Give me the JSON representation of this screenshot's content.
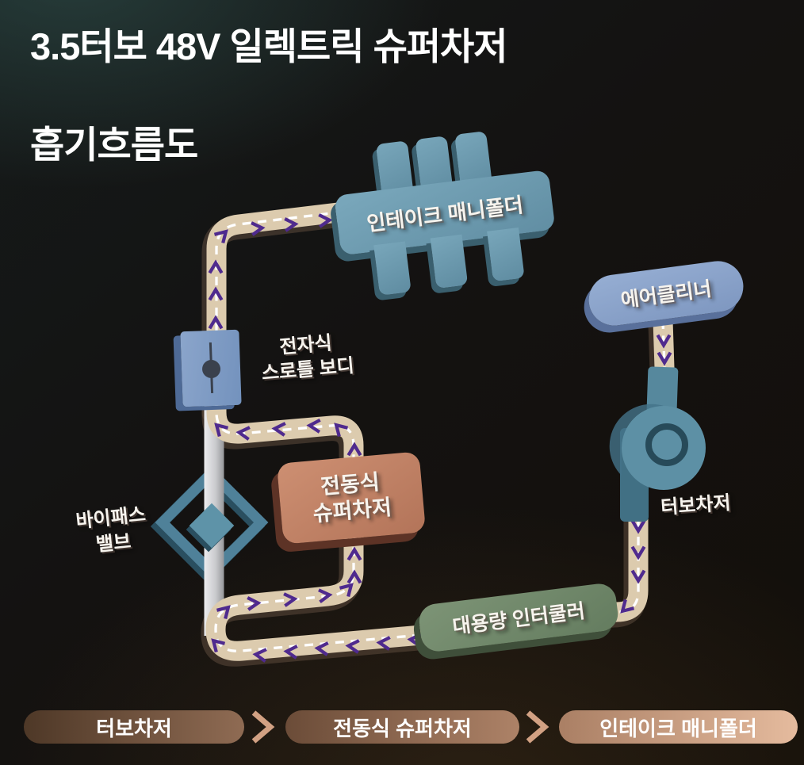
{
  "title": {
    "line1": "3.5터보 48V 일렉트릭 슈퍼차저",
    "line2": "흡기흐름도"
  },
  "components": {
    "intake_manifold": {
      "label": "인테이크 매니폴더",
      "color": "#6fa0b5"
    },
    "air_cleaner": {
      "label": "에어클리너",
      "color": "#8ba4cb"
    },
    "throttle_body": {
      "label_line1": "전자식",
      "label_line2": "스로틀 보디",
      "color": "#7f9cc3"
    },
    "bypass_valve": {
      "label_line1": "바이패스",
      "label_line2": "밸브",
      "color": "#4f8199"
    },
    "supercharger": {
      "label_line1": "전동식",
      "label_line2": "슈퍼차저",
      "color": "#c08166"
    },
    "turbocharger": {
      "label": "터보차저",
      "color": "#5d90a5"
    },
    "intercooler": {
      "label": "대용량 인터쿨러",
      "color": "#6e8769"
    }
  },
  "flow_stages": [
    {
      "label": "터보차저"
    },
    {
      "label": "전동식 슈퍼차저"
    },
    {
      "label": "인테이크 매니폴더"
    }
  ],
  "colors": {
    "pipe": "#dccbae",
    "pipe_shadow": "#6e5c4e",
    "bypass_pipe_light": "#f0f0f2",
    "bypass_pipe_dark": "#8b8c90",
    "flow_dash": "#ffffff",
    "flow_arrow": "#4f2a8e",
    "stage_pill_dark": "#4e3827",
    "stage_pill_light": "#e5bb9e",
    "stage_chevron": "#d2a183",
    "background": "#131010"
  }
}
